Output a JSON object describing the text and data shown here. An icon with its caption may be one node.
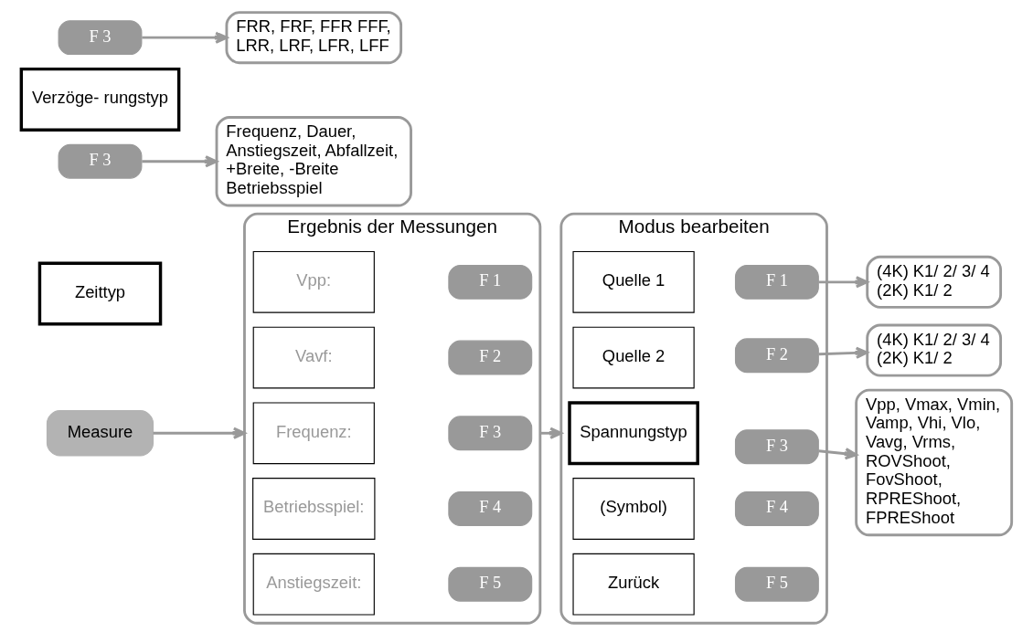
{
  "diagram": {
    "nodes": [
      {
        "text": [
          "Measure"
        ]
      },
      {
        "text": [
          "Ergebnis der Messungen"
        ]
      },
      {
        "text": [
          "Vpp:"
        ],
        "in": 1
      },
      {
        "text": [
          "F 1"
        ],
        "in": 1
      },
      {
        "text": [
          "Vavf:"
        ],
        "in": 1
      },
      {
        "text": [
          "F 2"
        ],
        "in": 1
      },
      {
        "text": [
          "Frequenz:"
        ],
        "in": 1
      },
      {
        "text": [
          "F 3"
        ],
        "in": 1
      },
      {
        "text": [
          "Betriebsspiel:"
        ],
        "in": 1
      },
      {
        "text": [
          "F 4"
        ],
        "in": 1
      },
      {
        "text": [
          "Anstiegszeit:"
        ],
        "in": 1
      },
      {
        "text": [
          "F 5"
        ],
        "in": 1
      },
      {
        "text": [
          "Modus bearbeiten"
        ]
      },
      {
        "text": [
          "Quelle 1"
        ],
        "in": 12
      },
      {
        "text": [
          "F 1"
        ],
        "in": 12
      },
      {
        "text": [
          "Quelle 2"
        ],
        "in": 12
      },
      {
        "text": [
          "F 2"
        ],
        "in": 12
      },
      {
        "text": [
          "Spannungstyp"
        ],
        "in": 12
      },
      {
        "text": [
          "F 3"
        ],
        "in": 12
      },
      {
        "text": [
          "(Symbol)"
        ],
        "in": 12
      },
      {
        "text": [
          "F 4"
        ],
        "in": 12
      },
      {
        "text": [
          "Zurück"
        ],
        "in": 12
      },
      {
        "text": [
          "F 5"
        ],
        "in": 12
      },
      {
        "text": [
          "(4K) K1/ 2/ 3/ 4",
          "(2K) K1/ 2"
        ]
      },
      {
        "text": [
          "(4K) K1/ 2/ 3/ 4",
          "(2K) K1/ 2"
        ]
      },
      {
        "text": [
          "Vpp, Vmax, Vmin, Vamp, Vhi, Vlo, Vavg, Vrms, ROVShoot, FovShoot, RPREShoot, FPREShoot"
        ]
      },
      {
        "text": [
          "Zeittyp"
        ]
      },
      {
        "text": [
          "F 3"
        ]
      },
      {
        "text": [
          "Frequenz, Dauer, Anstiegszeit, Abfallzeit, +Breite, -Breite Betriebsspiel"
        ]
      },
      {
        "text": [
          "Verzöge- rungstyp"
        ]
      },
      {
        "text": [
          "F 3"
        ]
      },
      {
        "text": [
          "FRR, FRF, FFR FFF, LRR, LRF, LFR, LFF"
        ]
      }
    ],
    "edges": [
      {
        "from": 0,
        "to": 1,
        "arrow": "to"
      },
      {
        "from": 1,
        "to": 12,
        "arrow": "to"
      },
      {
        "from": 14,
        "to": 23,
        "arrow": "to"
      },
      {
        "from": 16,
        "to": 24,
        "arrow": "to"
      },
      {
        "from": 18,
        "to": 25,
        "arrow": "to"
      },
      {
        "from": 27,
        "to": 28,
        "arrow": "to"
      },
      {
        "from": 30,
        "to": 31,
        "arrow": "to"
      }
    ]
  }
}
